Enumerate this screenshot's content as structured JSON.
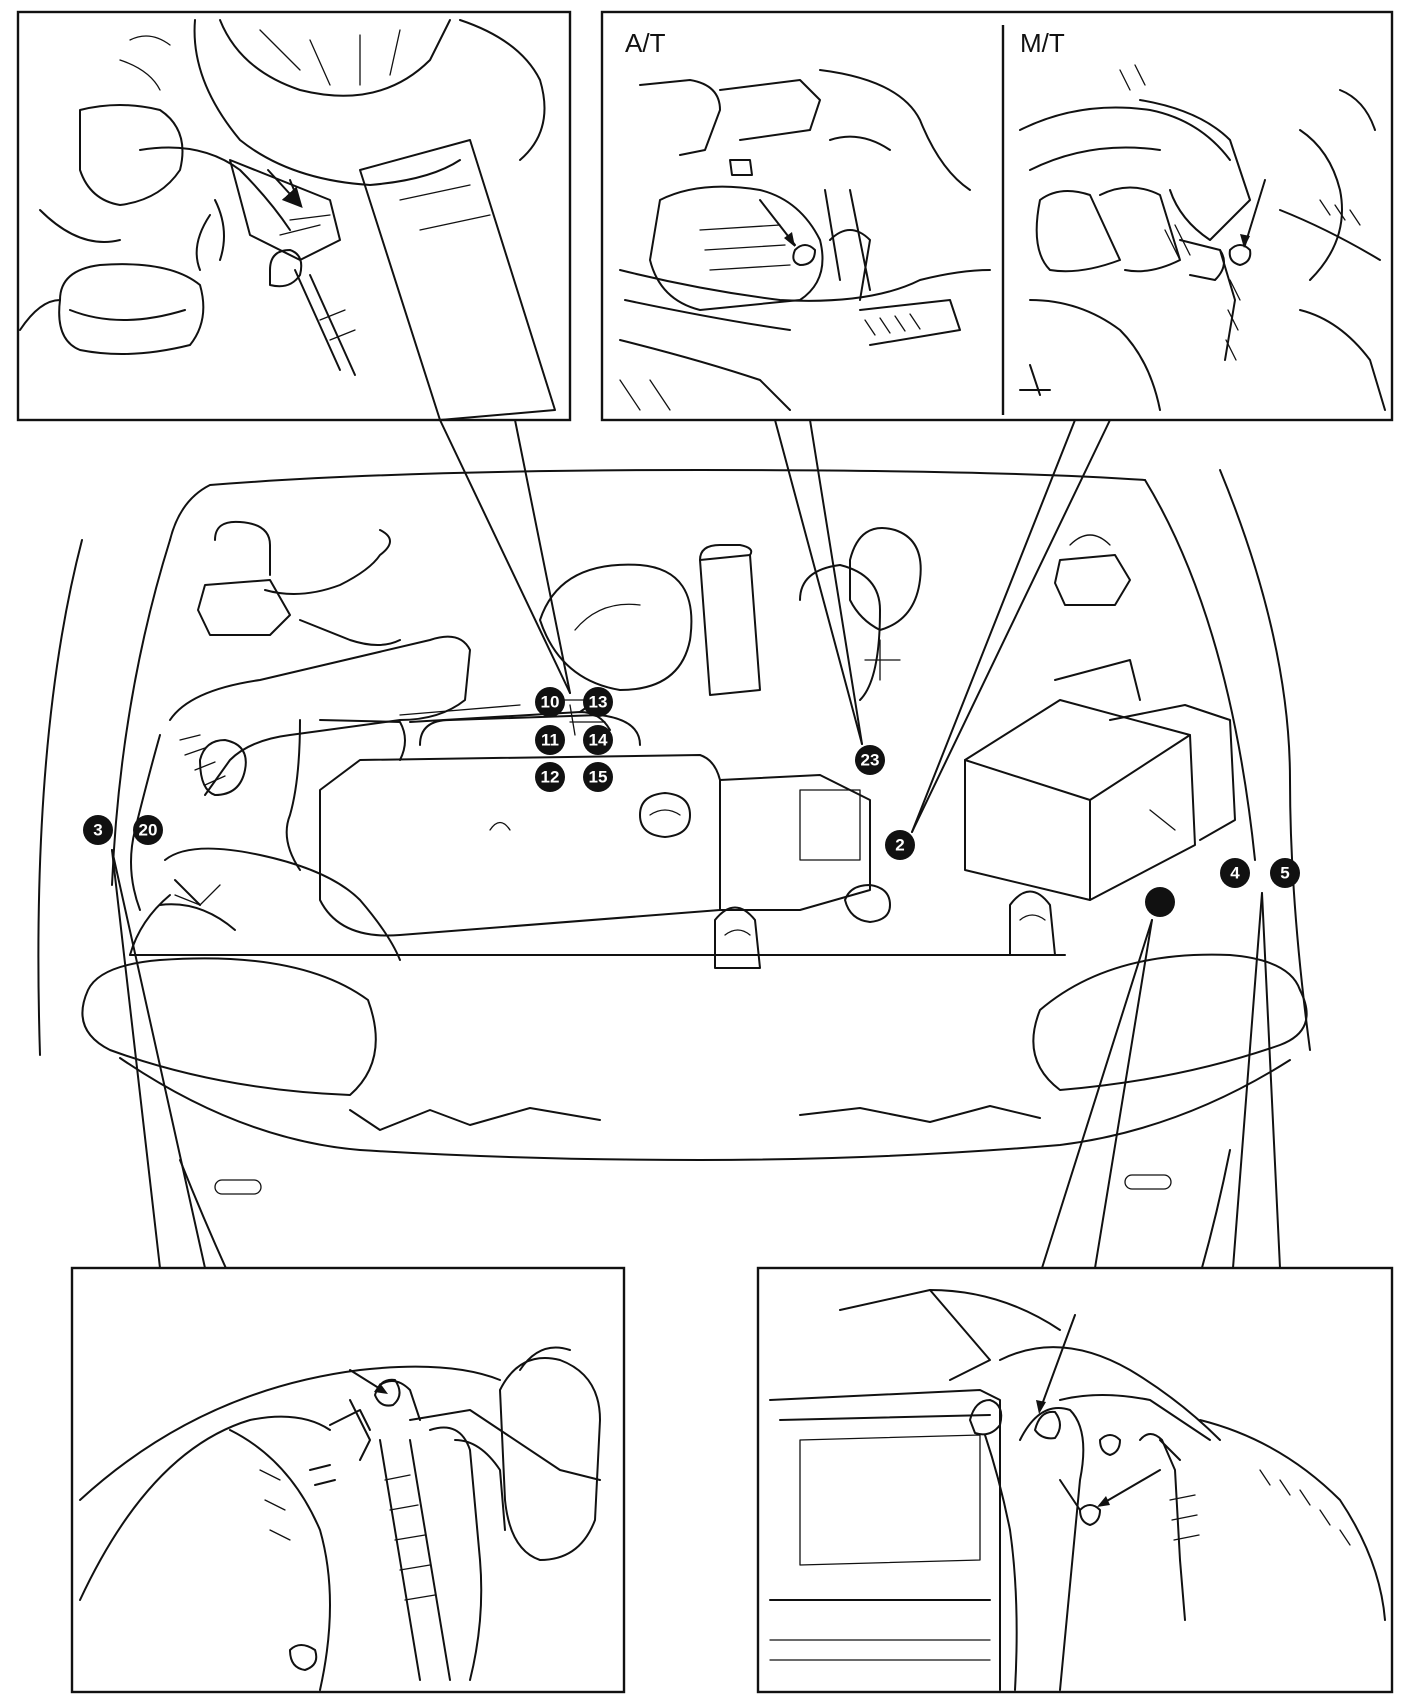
{
  "callouts": {
    "c1": "",
    "c2": "2",
    "c3": "3",
    "c4": "4",
    "c5": "5",
    "c10": "10",
    "c11": "11",
    "c12": "12",
    "c13": "13",
    "c14": "14",
    "c15": "15",
    "c20": "20",
    "c23": "23"
  },
  "panels": {
    "top_right": {
      "left_label": "A/T",
      "right_label": "M/T"
    }
  }
}
